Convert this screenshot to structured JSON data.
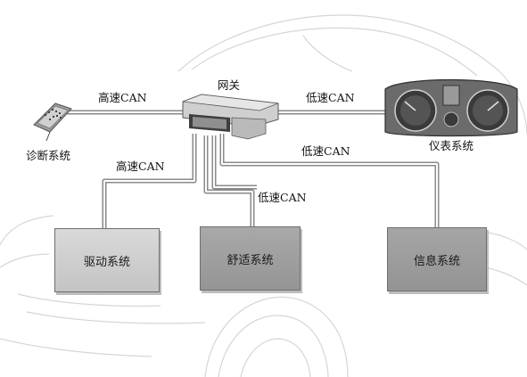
{
  "labels": {
    "gateway": "网关",
    "diag_link": "高速CAN",
    "cluster_link": "低速CAN",
    "info_link": "低速CAN",
    "drive_link": "高速CAN",
    "comfort_link": "低速CAN",
    "diagnostic": "诊断系统",
    "cluster": "仪表系统"
  },
  "boxes": {
    "drive": "驱动系统",
    "comfort": "舒适系统",
    "info": "信息系统"
  },
  "colors": {
    "wire": "#8a8a8a",
    "wire_inner": "#ffffff",
    "car_outline": "#d4d4d4"
  }
}
